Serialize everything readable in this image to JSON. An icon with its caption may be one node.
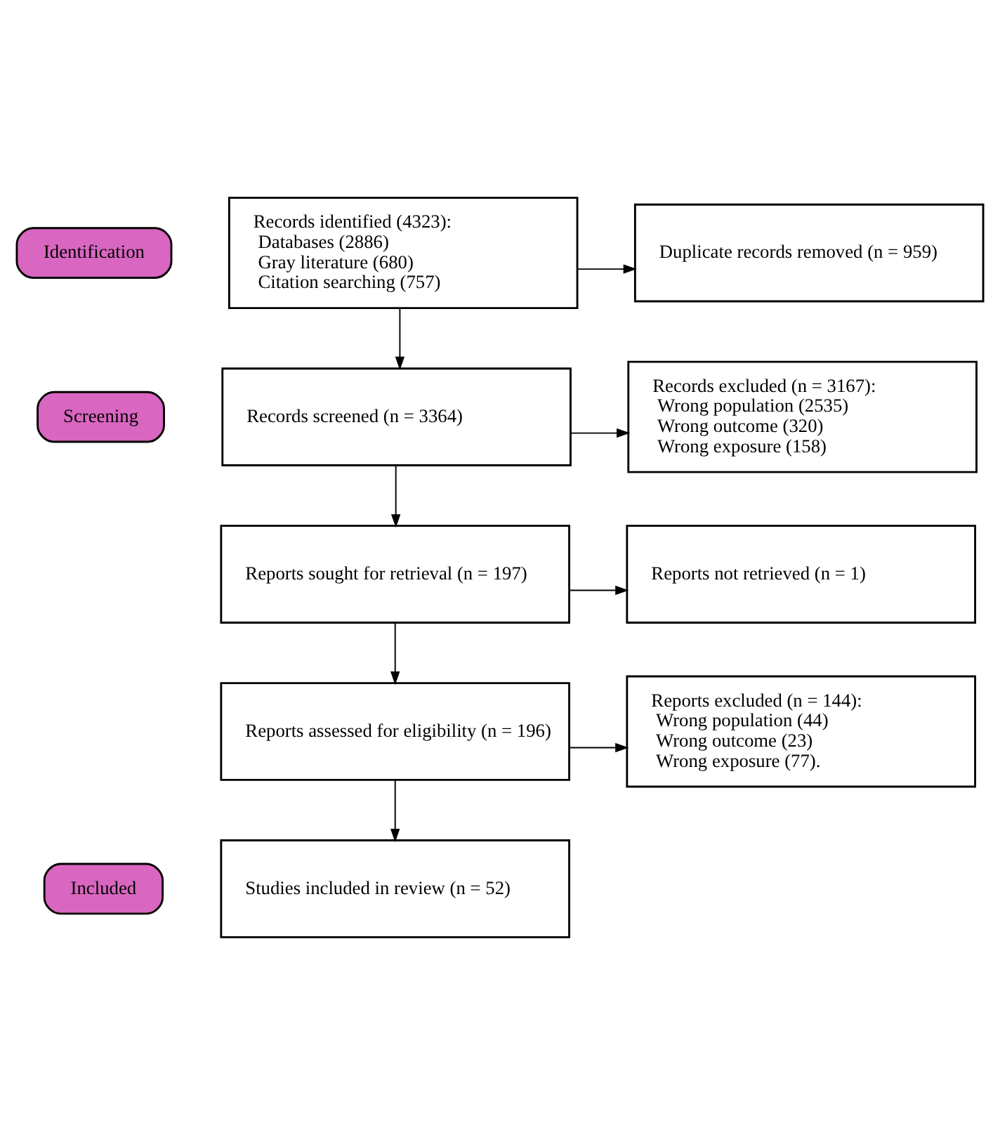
{
  "diagram": {
    "nodes": [
      {
        "text": [
          "Identification"
        ]
      },
      {
        "text": [
          "Records identified (4323):",
          "Databases (2886)",
          "Gray literature (680)",
          "Citation searching (757)"
        ]
      },
      {
        "text": [
          "Duplicate records removed (n = 959)"
        ]
      },
      {
        "text": [
          "Screening"
        ]
      },
      {
        "text": [
          "Records screened (n = 3364)"
        ]
      },
      {
        "text": [
          "Records excluded (n = 3167):",
          "Wrong population (2535)",
          "Wrong outcome (320)",
          "Wrong exposure (158)"
        ]
      },
      {
        "text": [
          "Reports sought for retrieval (n = 197)"
        ]
      },
      {
        "text": [
          "Reports not retrieved (n = 1)"
        ]
      },
      {
        "text": [
          "Reports assessed for eligibility (n = 196)"
        ]
      },
      {
        "text": [
          "Reports excluded (n = 144):",
          "Wrong population (44)",
          "Wrong outcome (23)",
          "Wrong exposure (77)."
        ]
      },
      {
        "text": [
          "Included"
        ]
      },
      {
        "text": [
          "Studies included in review (n = 52)"
        ]
      }
    ],
    "edges": [
      {
        "from": 1,
        "to": 2,
        "arrow": "to"
      },
      {
        "from": 1,
        "to": 4,
        "arrow": "to"
      },
      {
        "from": 4,
        "to": 5,
        "arrow": "to"
      },
      {
        "from": 4,
        "to": 6,
        "arrow": "to"
      },
      {
        "from": 6,
        "to": 7,
        "arrow": "to"
      },
      {
        "from": 6,
        "to": 8,
        "arrow": "to"
      },
      {
        "from": 8,
        "to": 9,
        "arrow": "to"
      },
      {
        "from": 8,
        "to": 11,
        "arrow": "to"
      }
    ]
  }
}
